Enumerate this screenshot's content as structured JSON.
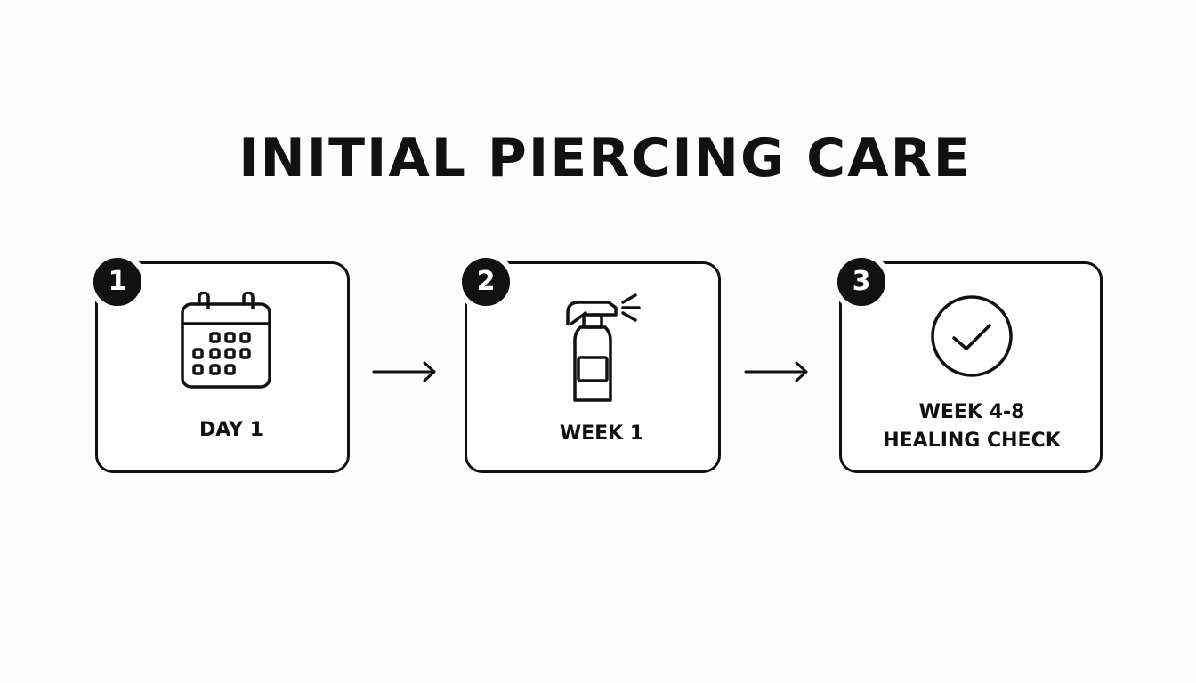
{
  "title": "INITIAL PIERCING CARE",
  "steps": [
    {
      "number": "1",
      "label": "DAY 1",
      "icon": "calendar-icon"
    },
    {
      "number": "2",
      "label": "WEEK 1",
      "icon": "spray-bottle-icon"
    },
    {
      "number": "3",
      "label_line1": "WEEK 4-8",
      "label_line2": "HEALING CHECK",
      "icon": "check-circle-icon"
    }
  ],
  "colors": {
    "background": "#fdfdfd",
    "ink": "#111111",
    "badge_text": "#ffffff"
  }
}
